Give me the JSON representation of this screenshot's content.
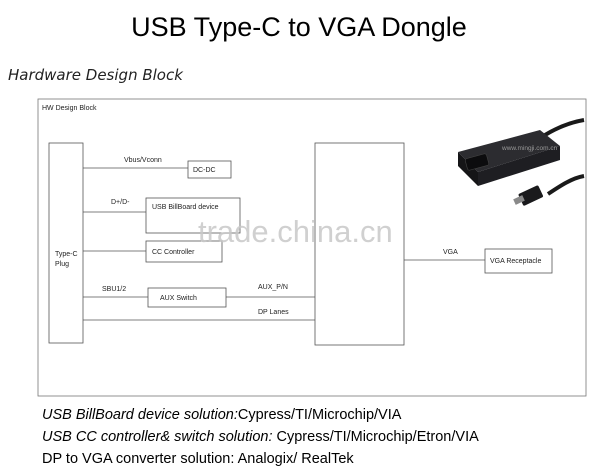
{
  "title": "USB Type-C to VGA Dongle",
  "subtitle": "Hardware Design Block",
  "diagram": {
    "panel_label": "HW Design Block",
    "plug_label_line1": "Type-C",
    "plug_label_line2": "Plug",
    "blocks": {
      "dcdc": "DC-DC",
      "billboard": "USB BillBoard device",
      "cc_controller": "CC Controller",
      "aux_switch": "AUX Switch",
      "vga_receptacle": "VGA Receptacle"
    },
    "signals": {
      "vbus": "Vbus/Vconn",
      "dpdm": "D+/D-",
      "sbu": "SBU1/2",
      "aux": "AUX_P/N",
      "dp_lanes": "DP Lanes",
      "vga": "VGA"
    },
    "photo_watermark": "www.mingji.com.cn"
  },
  "watermark": "trade.china.cn",
  "notes": [
    {
      "label": "USB BillBoard device solution:",
      "value": "Cypress/TI/Microchip/VIA"
    },
    {
      "label": "USB CC controller& switch solution:",
      "value": " Cypress/TI/Microchip/Etron/VIA"
    },
    {
      "label": "",
      "value": "DP to VGA converter solution: Analogix/ RealTek"
    }
  ],
  "colors": {
    "line": "#555555",
    "watermark": "#c8c8c8",
    "device_body": "#1e1e22"
  }
}
